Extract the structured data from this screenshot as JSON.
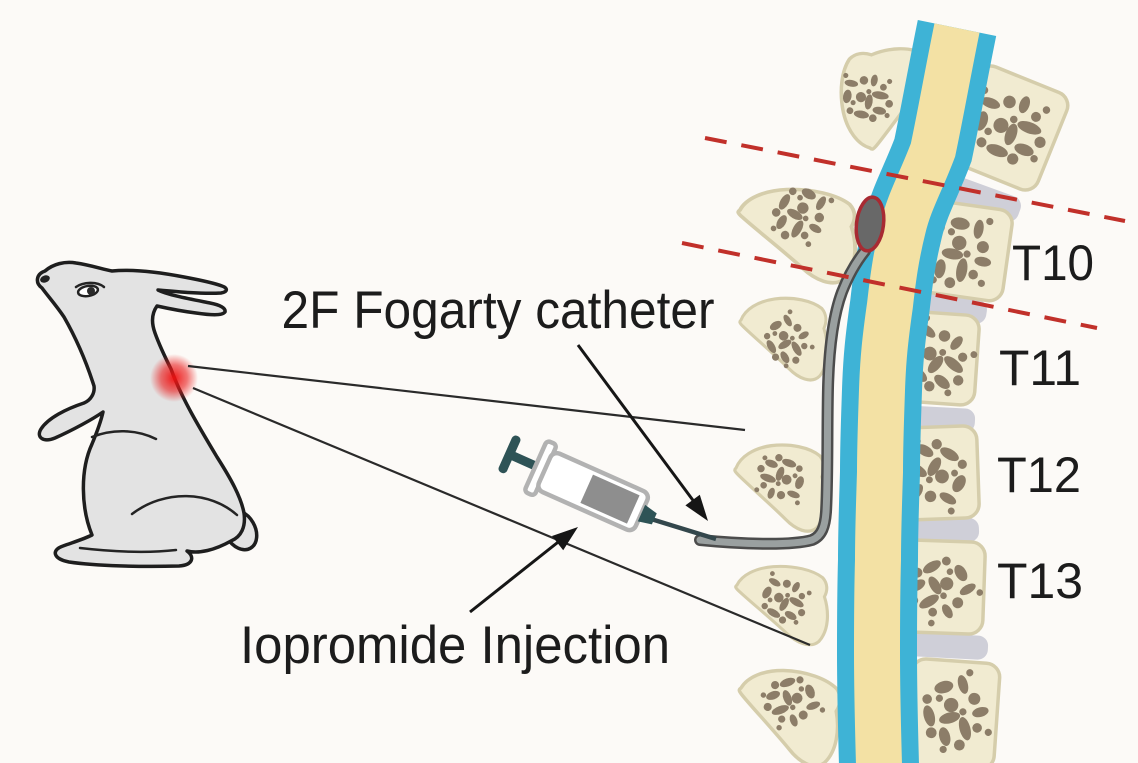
{
  "diagram": {
    "annotations": {
      "catheter_label": "2F Fogarty catheter",
      "injection_label": "Iopromide Injection"
    },
    "vertebrae": [
      "T10",
      "T11",
      "T12",
      "T13"
    ],
    "colors": {
      "background": "#fcfaf7",
      "text": "#1c1c1c",
      "dashed_line": "#c1302a",
      "canal_blue": "#3eb3d6",
      "cord_yellow": "#f3e1a4",
      "bone_cream": "#f1ebd1",
      "bone_outline": "#d5cdab",
      "bone_speckle": "#8c7d68",
      "disc_gray": "#cfcfd8",
      "catheter_gray": "#9aa0a0",
      "catheter_outline": "#4c4c4c",
      "balloon_fill": "#686868",
      "balloon_border": "#a82a32",
      "syringe_teal": "#2e5356",
      "rabbit_gray": "#e3e3e3",
      "injury_red": "#ee1111"
    }
  }
}
